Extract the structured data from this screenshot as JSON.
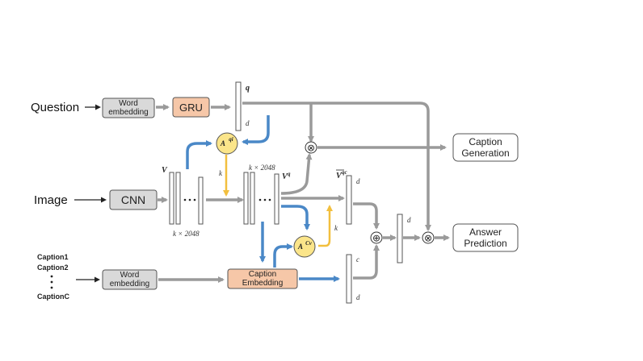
{
  "inputs": {
    "question": "Question",
    "image": "Image",
    "captions": [
      "Caption1",
      "Caption2",
      "CaptionC"
    ]
  },
  "modules": {
    "word_embedding_q": [
      "Word",
      "embedding"
    ],
    "gru": "GRU",
    "cnn": "CNN",
    "word_embedding_c": [
      "Word",
      "embedding"
    ],
    "caption_embedding": [
      "Caption",
      "Embedding"
    ]
  },
  "attention": {
    "a_qi": {
      "base": "A",
      "sup": "qi"
    },
    "a_cv": {
      "base": "A",
      "sup": "Cv"
    }
  },
  "operators": {
    "multiply": "⊗",
    "add": "⊕"
  },
  "vectors": {
    "q": "q",
    "v": "V",
    "vq": {
      "base": "V",
      "sup": "q"
    },
    "vqc": {
      "base": "V",
      "sup": "qc"
    }
  },
  "dims": {
    "d": "d",
    "k": "k",
    "c": "c",
    "k_2048": "k × 2048"
  },
  "outputs": {
    "caption_generation": [
      "Caption",
      "Generation"
    ],
    "answer_prediction": [
      "Answer",
      "Prediction"
    ]
  },
  "colors": {
    "gray_arrow": "#9a9a9a",
    "blue_arrow": "#4a88c7",
    "yellow_arrow": "#f2bf3e",
    "gru_fill": "#f6c7a8",
    "caption_emb_fill": "#f6c7a8",
    "attention_fill": "#fbe58a",
    "box_fill": "#d9d9d9"
  }
}
